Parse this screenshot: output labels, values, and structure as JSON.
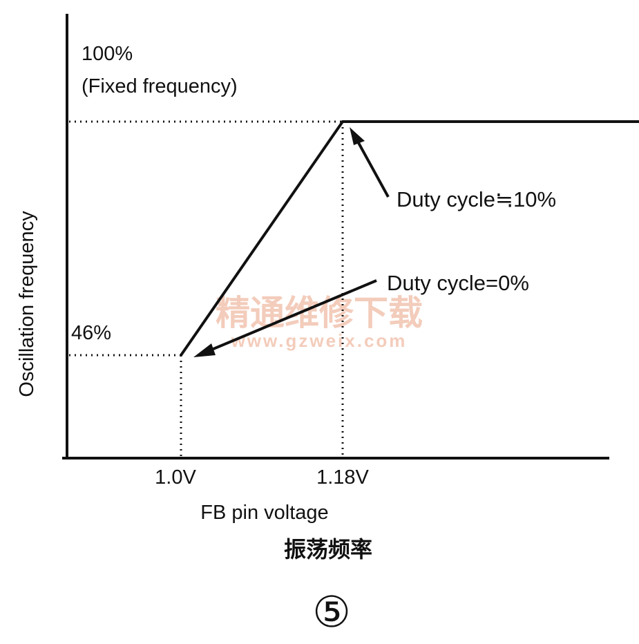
{
  "chart_data": {
    "type": "line",
    "xlabel": "FB pin voltage",
    "ylabel": "Oscillation frequency",
    "x_ticks": [
      "1.0V",
      "1.18V"
    ],
    "y_ticks": [
      "46%",
      "100%"
    ],
    "y_tick_note": "(Fixed frequency)",
    "x": [
      1.0,
      1.18,
      1.53
    ],
    "y": [
      46,
      100,
      100
    ],
    "annotations": [
      {
        "text": "Duty cycle≒10%",
        "x": 1.18,
        "y": 100
      },
      {
        "text": "Duty cycle=0%",
        "x": 1.0,
        "y": 46
      }
    ],
    "caption": "振荡频率",
    "figure_number": "⑤",
    "watermark": "精通维修下载",
    "watermark_url": "www.gzweix.com",
    "colors": {
      "line": "#111111",
      "watermark": "#f2c4b0"
    }
  }
}
